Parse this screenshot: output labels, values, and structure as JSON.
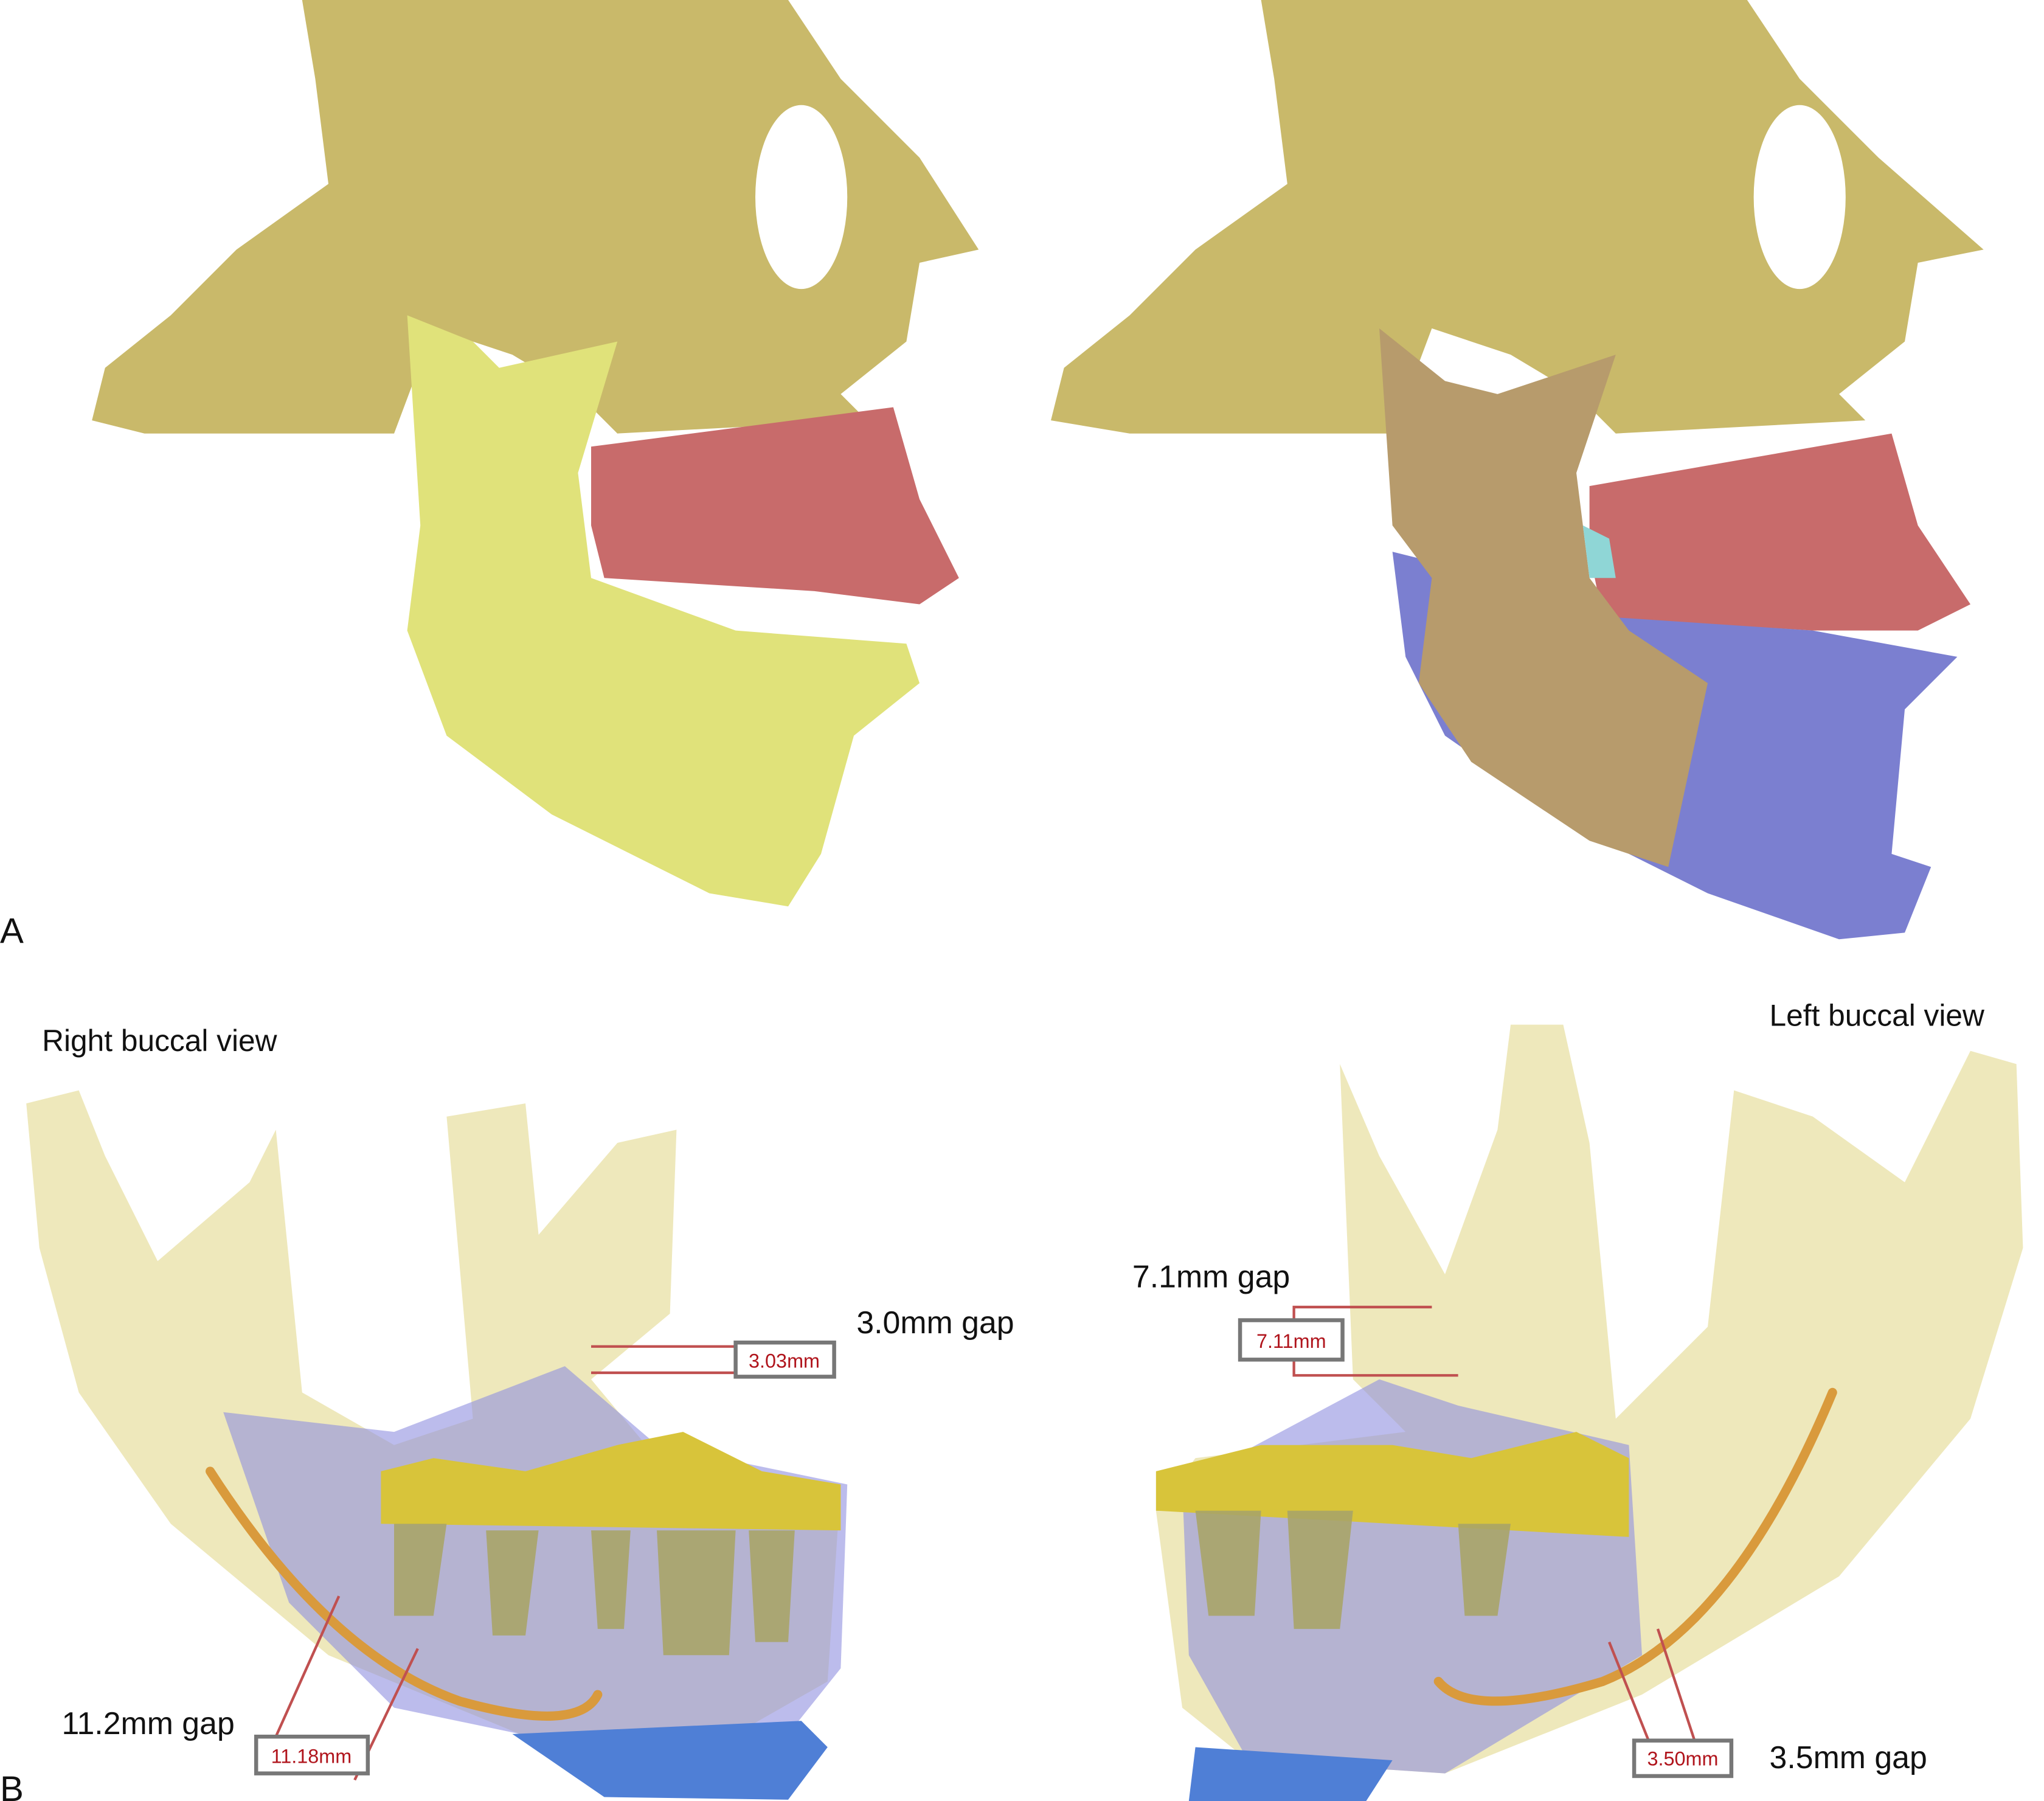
{
  "panels": {
    "a_label": "A",
    "b_label": "B"
  },
  "views": {
    "right": "Right buccal view",
    "left": "Left buccal view"
  },
  "gaps": {
    "right_upper": "3.0mm gap",
    "right_lower": "11.2mm gap",
    "left_upper": "7.1mm gap",
    "left_lower": "3.5mm gap"
  },
  "measurements": {
    "right_upper": "3.03mm",
    "right_lower": "11.18mm",
    "left_upper": "7.11mm",
    "left_lower": "3.50mm"
  },
  "colors": {
    "skull": "#c9b96a",
    "mandible_preop": "#e0e27a",
    "maxilla_teeth": "#c86b6b",
    "segment_blue": "#7b7fd0",
    "proximal_tan": "#b79b6c",
    "mandible_translucent": "#ece6b4",
    "teeth": "#d8c43a",
    "nerve": "#d99a3c",
    "measure_red": "#b0141c"
  }
}
